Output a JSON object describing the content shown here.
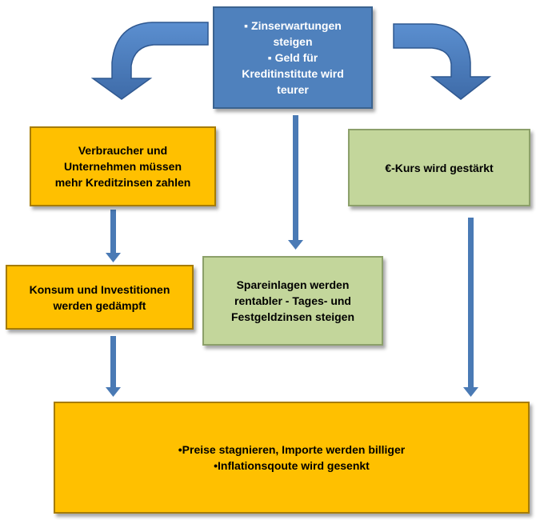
{
  "colors": {
    "blue": "#4f81bd",
    "orange": "#ffc000",
    "green": "#c3d69b",
    "connector": "#4a7ab5"
  },
  "boxes": {
    "top": {
      "lines": [
        "▪  Zinserwartungen",
        "steigen",
        "▪ Geld für",
        "Kreditinstitute wird",
        "teurer"
      ]
    },
    "credit": {
      "lines": [
        "Verbraucher und",
        "Unternehmen müssen",
        "mehr Kreditzinsen zahlen"
      ]
    },
    "euro": {
      "lines": [
        "€-Kurs wird gestärkt"
      ]
    },
    "consume": {
      "lines": [
        "Konsum und Investitionen",
        "werden gedämpft"
      ]
    },
    "savings": {
      "lines": [
        "Spareinlagen werden",
        "rentabler - Tages- und",
        "Festgeldzinsen steigen"
      ]
    },
    "prices": {
      "lines": [
        "•Preise stagnieren, Importe werden billiger",
        "•Inflationsqoute wird  gesenkt"
      ]
    }
  }
}
